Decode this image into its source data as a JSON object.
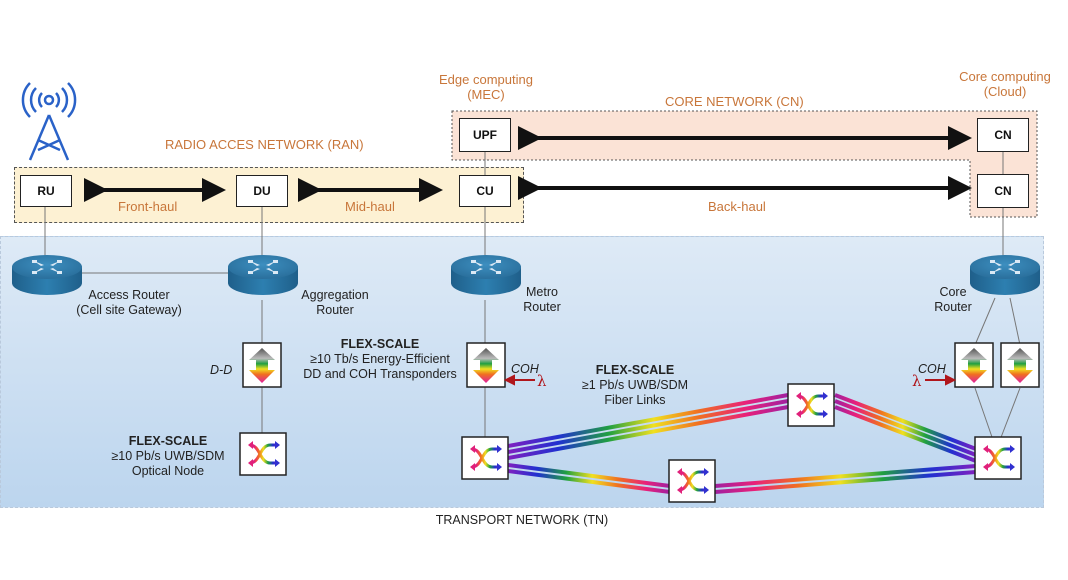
{
  "regions": {
    "ran": "RADIO ACCES NETWORK (RAN)",
    "cn": "CORE NETWORK (CN)",
    "tn": "TRANSPORT NETWORK (TN)",
    "edge": "Edge computing\n(MEC)",
    "edge_l1": "Edge computing",
    "edge_l2": "(MEC)",
    "core_l1": "Core computing",
    "core_l2": "(Cloud)"
  },
  "nodes": {
    "ru": "RU",
    "du": "DU",
    "cu": "CU",
    "upf": "UPF",
    "cn_top": "CN",
    "cn_bottom": "CN"
  },
  "links": {
    "fronthaul": "Front-haul",
    "midhaul": "Mid-haul",
    "backhaul": "Back-haul"
  },
  "routers": {
    "access_l1": "Access Router",
    "access_l2": "(Cell site Gateway)",
    "aggregation_l1": "Aggregation",
    "aggregation_l2": "Router",
    "metro_l1": "Metro",
    "metro_l2": "Router",
    "core_l1": "Core",
    "core_l2": "Router"
  },
  "annotations": {
    "transponder_title": "FLEX-SCALE",
    "transponder_l1": "≥10 Tb/s Energy-Efficient",
    "transponder_l2": "DD and COH Transponders",
    "fiber_title": "FLEX-SCALE",
    "fiber_l1": "≥1 Pb/s UWB/SDM",
    "fiber_l2": "Fiber Links",
    "node_title": "FLEX-SCALE",
    "node_l1": "≥10 Pb/s UWB/SDM",
    "node_l2": "Optical Node",
    "dd": "D-D",
    "coh_metro": "COH",
    "coh_core": "COH",
    "lambda": "λ"
  },
  "colors": {
    "ran_fill": "#fdf1d3",
    "cn_fill": "#fbe3d6",
    "tn_fill": "#c9ddf0",
    "orange_text": "#c8763a",
    "router_blue": "#2f7fae",
    "lambda_red": "#b0161c"
  }
}
